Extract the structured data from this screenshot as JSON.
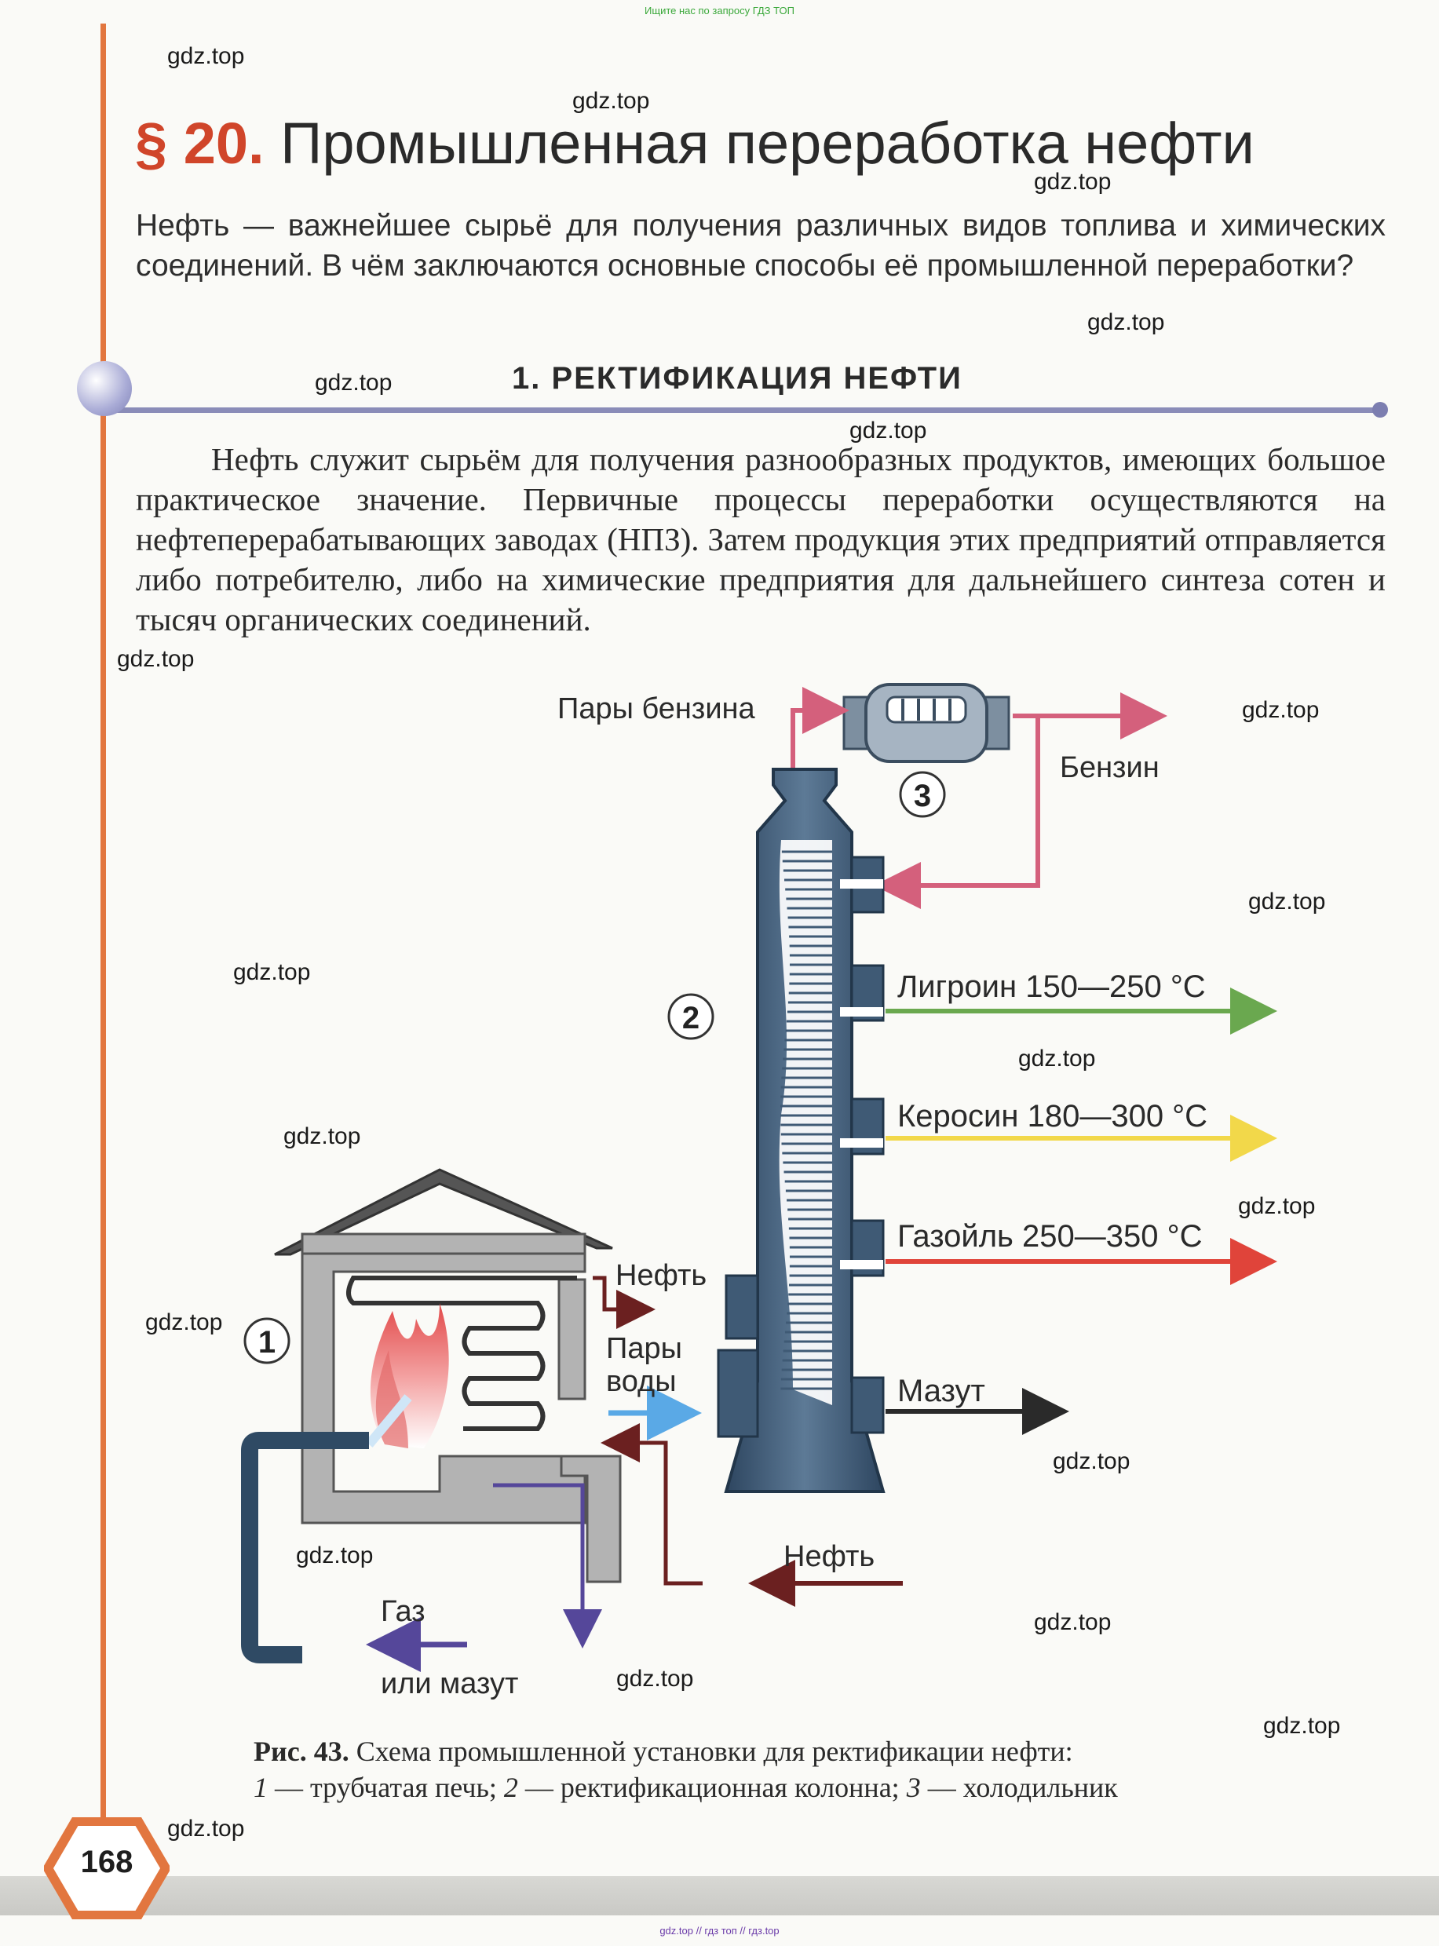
{
  "top_note": "Ищите нас по запросу ГДЗ ТОП",
  "bottom_note": "gdz.top // гдз топ // гдз.top",
  "watermark": "gdz.top",
  "title": {
    "number": "§ 20.",
    "text": "Промышленная переработка нефти"
  },
  "intro": "Нефть — важнейшее сырьё для получения различных видов топлива и химических соединений. В чём заключаются основные способы её промышленной переработки?",
  "section": {
    "title": "1. РЕКТИФИКАЦИЯ НЕФТИ"
  },
  "body_text": "Нефть служит сырьём для получения разнообразных продуктов, имеющих большое практическое значение. Первичные процессы переработки осуществляются на нефтеперерабатывающих заводах (НПЗ). Затем продукция этих предприятий отправляется либо потребителю, либо на химические предприятия для дальнейшего синтеза сотен и тысяч органических соединений.",
  "diagram": {
    "label_vapors_gasoline": "Пары бензина",
    "label_gasoline": "Бензин",
    "label_ligroin": "Лигроин 150—250 °С",
    "label_kerosene": "Керосин 180—300 °С",
    "label_gasoil": "Газойль 250—350 °С",
    "label_mazut": "Мазут",
    "label_oil_top": "Нефть",
    "label_steam_1": "Пары",
    "label_steam_2": "воды",
    "label_oil_bottom": "Нефть",
    "label_gas": "Газ",
    "label_or_mazut": "или мазут",
    "marker_1": "1",
    "marker_2": "2",
    "marker_3": "3",
    "colors": {
      "column": "#3f5a75",
      "pink_arrow": "#d4607c",
      "green_arrow": "#6aa84f",
      "yellow_arrow": "#f2d84a",
      "red_arrow": "#e0443a",
      "black_arrow": "#2a2a2a",
      "blue_arrow": "#5aa9e6",
      "brown_arrow": "#6b2020",
      "purple_arrow": "#55479a",
      "furnace": "#b3b3b3"
    }
  },
  "caption": {
    "fig": "Рис. 43.",
    "text": "Схема промышленной установки для ректификации нефти:",
    "item1_num": "1",
    "item1": "— трубчатая печь;",
    "item2_num": "2",
    "item2": "— ректификационная колонна;",
    "item3_num": "3",
    "item3": "— холодильник"
  },
  "page_number": "168"
}
